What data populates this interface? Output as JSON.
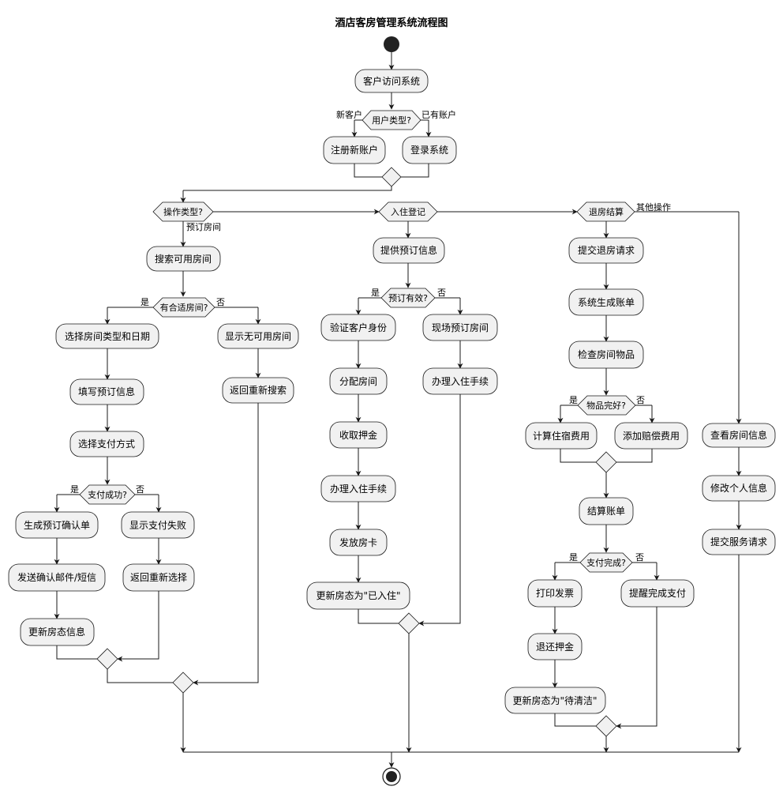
{
  "title": "酒店客房管理系统流程图",
  "nodes": {
    "visit": "客户访问系统",
    "register": "注册新账户",
    "login": "登录系统",
    "search_rooms": "搜索可用房间",
    "select_room": "选择房间类型和日期",
    "fill_booking": "填写预订信息",
    "select_payment": "选择支付方式",
    "gen_confirm": "生成预订确认单",
    "send_confirm": "发送确认邮件/短信",
    "update_room_info": "更新房态信息",
    "show_pay_fail": "显示支付失败",
    "back_reselect": "返回重新选择",
    "show_no_rooms": "显示无可用房间",
    "back_research": "返回重新搜索",
    "provide_booking": "提供预订信息",
    "verify_id": "验证客户身份",
    "assign_room": "分配房间",
    "collect_deposit": "收取押金",
    "do_checkin": "办理入住手续",
    "issue_card": "发放房卡",
    "update_checkedin": "更新房态为\"已入住\"",
    "walkin_booking": "现场预订房间",
    "walkin_checkin": "办理入住手续",
    "submit_checkout": "提交退房请求",
    "gen_bill": "系统生成账单",
    "check_items": "检查房间物品",
    "calc_stay": "计算住宿费用",
    "add_damage": "添加赔偿费用",
    "settle_bill": "结算账单",
    "print_invoice": "打印发票",
    "refund_deposit": "退还押金",
    "update_cleaning": "更新房态为\"待清洁\"",
    "remind_pay": "提醒完成支付",
    "view_room": "查看房间信息",
    "edit_profile": "修改个人信息",
    "submit_service": "提交服务请求"
  },
  "decisions": {
    "user_type": "用户类型?",
    "op_type": "操作类型?",
    "checkin": "入住登记",
    "checkout": "退房结算",
    "room_ok": "有合适房间?",
    "pay_ok": "支付成功?",
    "booking_valid": "预订有效?",
    "items_ok": "物品完好?",
    "pay_done": "支付完成?"
  },
  "labels": {
    "new_customer": "新客户",
    "has_account": "已有账户",
    "book_room": "预订房间",
    "other_ops": "其他操作",
    "yes": "是",
    "no": "否"
  }
}
